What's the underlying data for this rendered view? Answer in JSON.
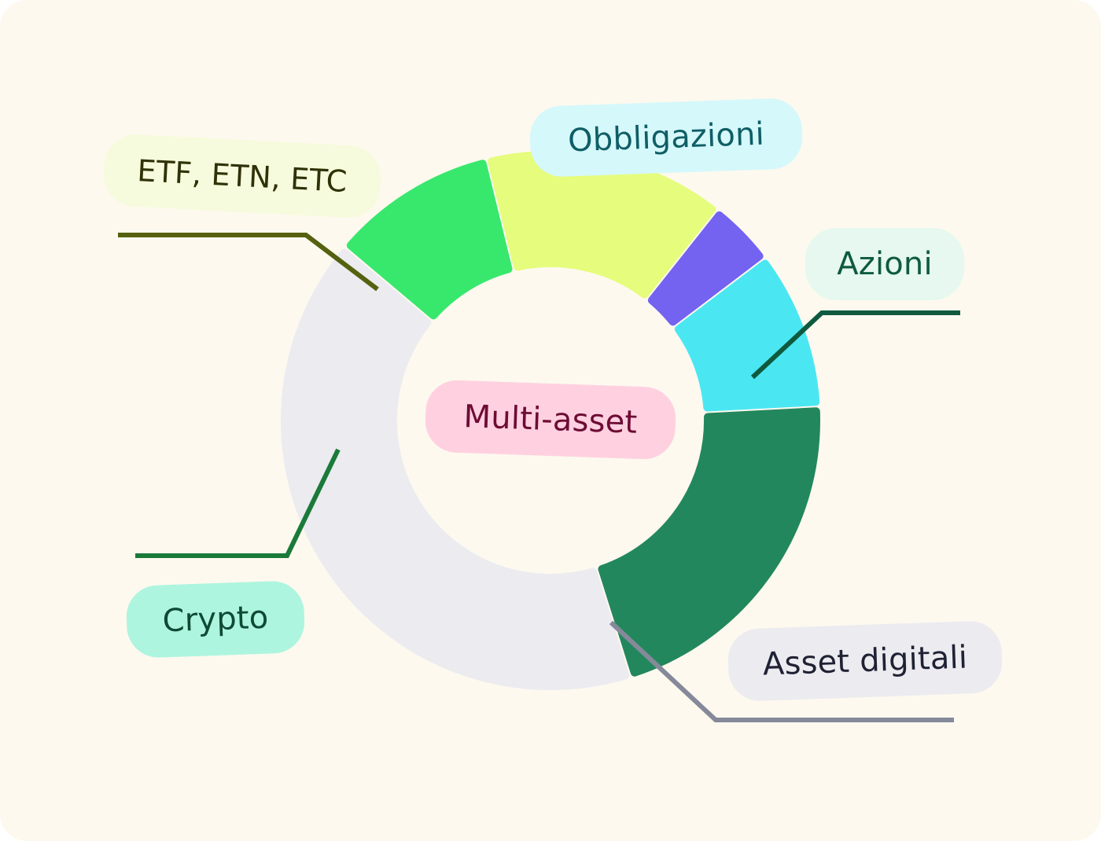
{
  "chart_data": {
    "type": "donut",
    "title": "",
    "center_label": "Multi-asset",
    "slices": [
      {
        "label": "Azioni",
        "value": 21.0,
        "color": "#23875d",
        "pill_bg": "#e6f8ef",
        "pill_text": "#0f5a3f",
        "leader": "#0f5a3f"
      },
      {
        "label": "Asset digitali",
        "value": 41.0,
        "color": "#ebebf0",
        "pill_bg": "#ebebf0",
        "pill_text": "#1f2234",
        "leader": "#858999"
      },
      {
        "label": "Crypto",
        "value": 10.0,
        "color": "#37e86d",
        "pill_bg": "#aef5df",
        "pill_text": "#0e4a34",
        "leader": "#1a7a3a"
      },
      {
        "label": "ETF, ETN, ETC",
        "value": 14.5,
        "color": "#e6fc7c",
        "pill_bg": "#f7fbdd",
        "pill_text": "#2f3206",
        "leader": "#55610f"
      },
      {
        "label": "",
        "value": 4.0,
        "color": "#7462f0"
      },
      {
        "label": "Obbligazioni",
        "value": 9.5,
        "color": "#4ae7f2",
        "pill_bg": "#d5f8fb",
        "pill_text": "#0f5e66"
      }
    ],
    "legend": "labels placed around the ring"
  },
  "colors": {
    "background": "#fdf9ef",
    "center_pill_bg": "#ffd1e0",
    "center_pill_text": "#6d0c34"
  }
}
